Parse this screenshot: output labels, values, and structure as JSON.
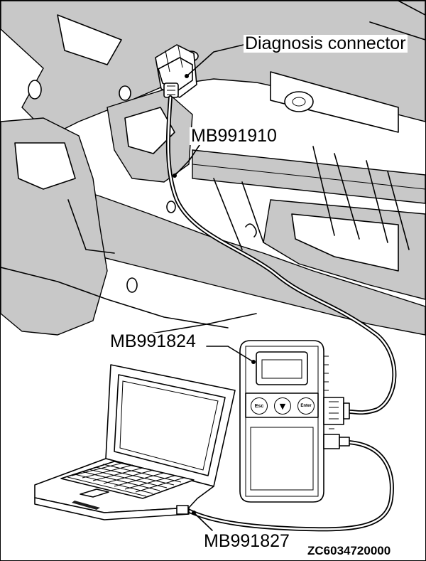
{
  "labels": {
    "diagnosis_connector": "Diagnosis connector",
    "mb991910": "MB991910",
    "mb991824": "MB991824",
    "mb991827": "MB991827"
  },
  "figure_code": "ZC6034720000",
  "device_buttons": {
    "esc": "Esc",
    "down": "▼",
    "enter": "Enter"
  },
  "colors": {
    "vehicle_shading": "#c8c8c8",
    "line": "#000000",
    "background": "#ffffff"
  }
}
